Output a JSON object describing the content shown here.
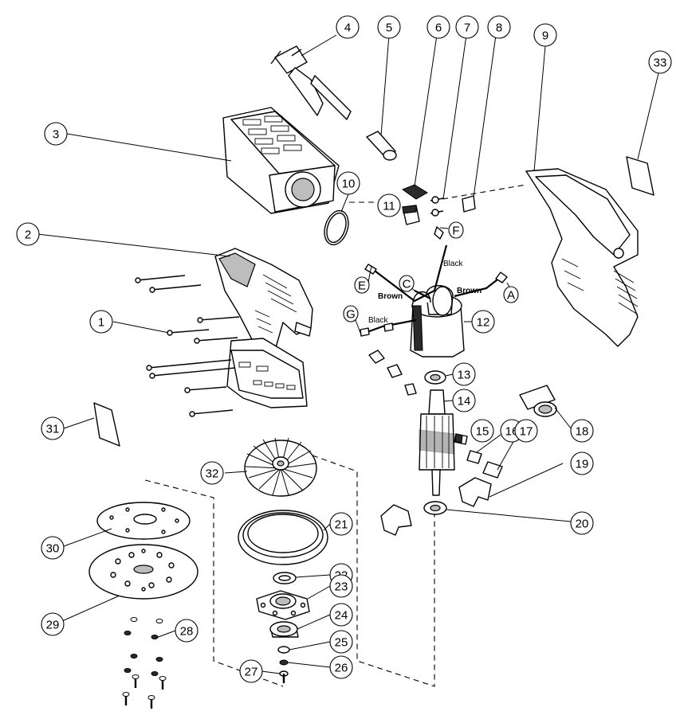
{
  "callouts": [
    "1",
    "2",
    "3",
    "4",
    "5",
    "6",
    "7",
    "8",
    "9",
    "10",
    "11",
    "12",
    "13",
    "14",
    "15",
    "16",
    "17",
    "18",
    "19",
    "20",
    "21",
    "22",
    "23",
    "24",
    "25",
    "26",
    "27",
    "28",
    "29",
    "30",
    "31",
    "32",
    "33"
  ],
  "connection_letters": [
    "A",
    "C",
    "E",
    "F",
    "G"
  ],
  "wire_labels": {
    "black_top": "Black",
    "brown_left": "Brown",
    "brown_right": "Brown",
    "black_left": "Black"
  }
}
